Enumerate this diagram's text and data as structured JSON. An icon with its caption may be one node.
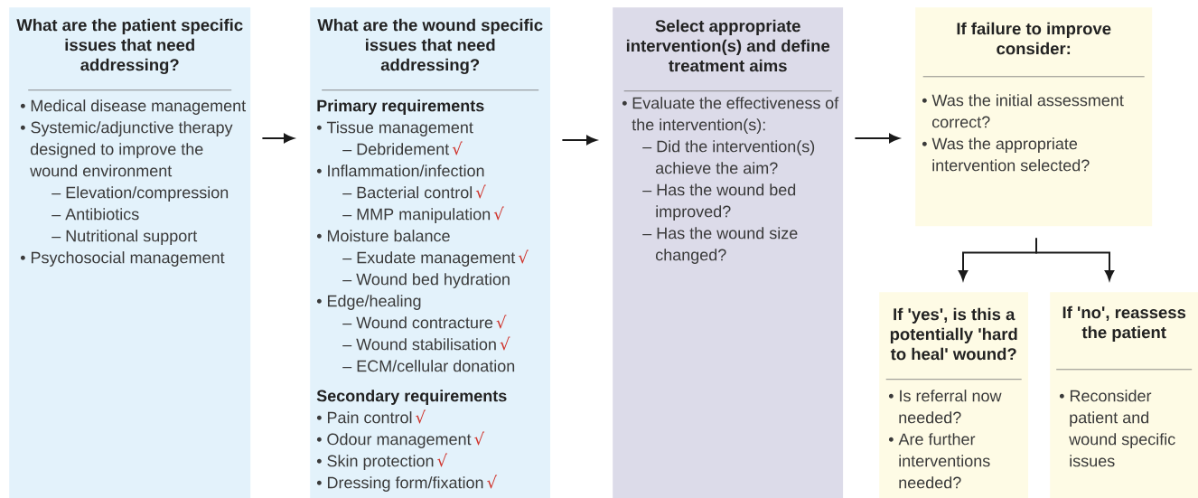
{
  "diagram": {
    "nodes": [
      {
        "text": [
          "What are the patient specific issues that need addressing?",
          "• Medical disease management",
          "• Systemic/adjunctive therapy designed to improve the wound environment",
          "– Elevation/compression",
          "– Antibiotics",
          "– Nutritional support",
          "• Psychosocial management"
        ]
      },
      {
        "text": [
          "What are the wound specific issues that need addressing?",
          "Primary requirements",
          "• Tissue management",
          "– Debridement",
          "√",
          "• Inflammation/infection",
          "– Bacterial control",
          "√",
          "– MMP manipulation",
          "√",
          "• Moisture balance",
          "– Exudate management",
          "√",
          "– Wound bed hydration",
          "• Edge/healing",
          "– Wound contracture",
          "√",
          "– Wound stabilisation",
          "√",
          "– ECM/cellular donation",
          "Secondary requirements",
          "• Pain control",
          "√",
          "• Odour management",
          "√",
          "• Skin protection",
          "√",
          "• Dressing form/fixation",
          "√"
        ]
      },
      {
        "text": [
          "Select appropriate intervention(s) and define treatment aims",
          "• Evaluate the effectiveness of the intervention(s):",
          "– Did the intervention(s) achieve the aim?",
          "– Has the wound bed improved?",
          "– Has the wound size changed?"
        ]
      },
      {
        "text": [
          "If failure to improve consider:",
          "• Was the initial assessment correct?",
          "• Was the appropriate intervention selected?"
        ]
      },
      {
        "text": [
          "If 'yes', is this a potentially 'hard to heal' wound?",
          "• Is referral now needed?",
          "• Are further interventions needed?"
        ]
      },
      {
        "text": [
          "If 'no', reassess the patient",
          "• Reconsider patient and wound specific issues"
        ]
      }
    ],
    "edges": [
      {
        "from": 0,
        "to": 1,
        "arrow": "to"
      },
      {
        "from": 1,
        "to": 2,
        "arrow": "to"
      },
      {
        "from": 2,
        "to": 3,
        "arrow": "to"
      },
      {
        "from": 3,
        "to": 4,
        "arrow": "to"
      },
      {
        "from": 3,
        "to": 5,
        "arrow": "to"
      }
    ]
  }
}
